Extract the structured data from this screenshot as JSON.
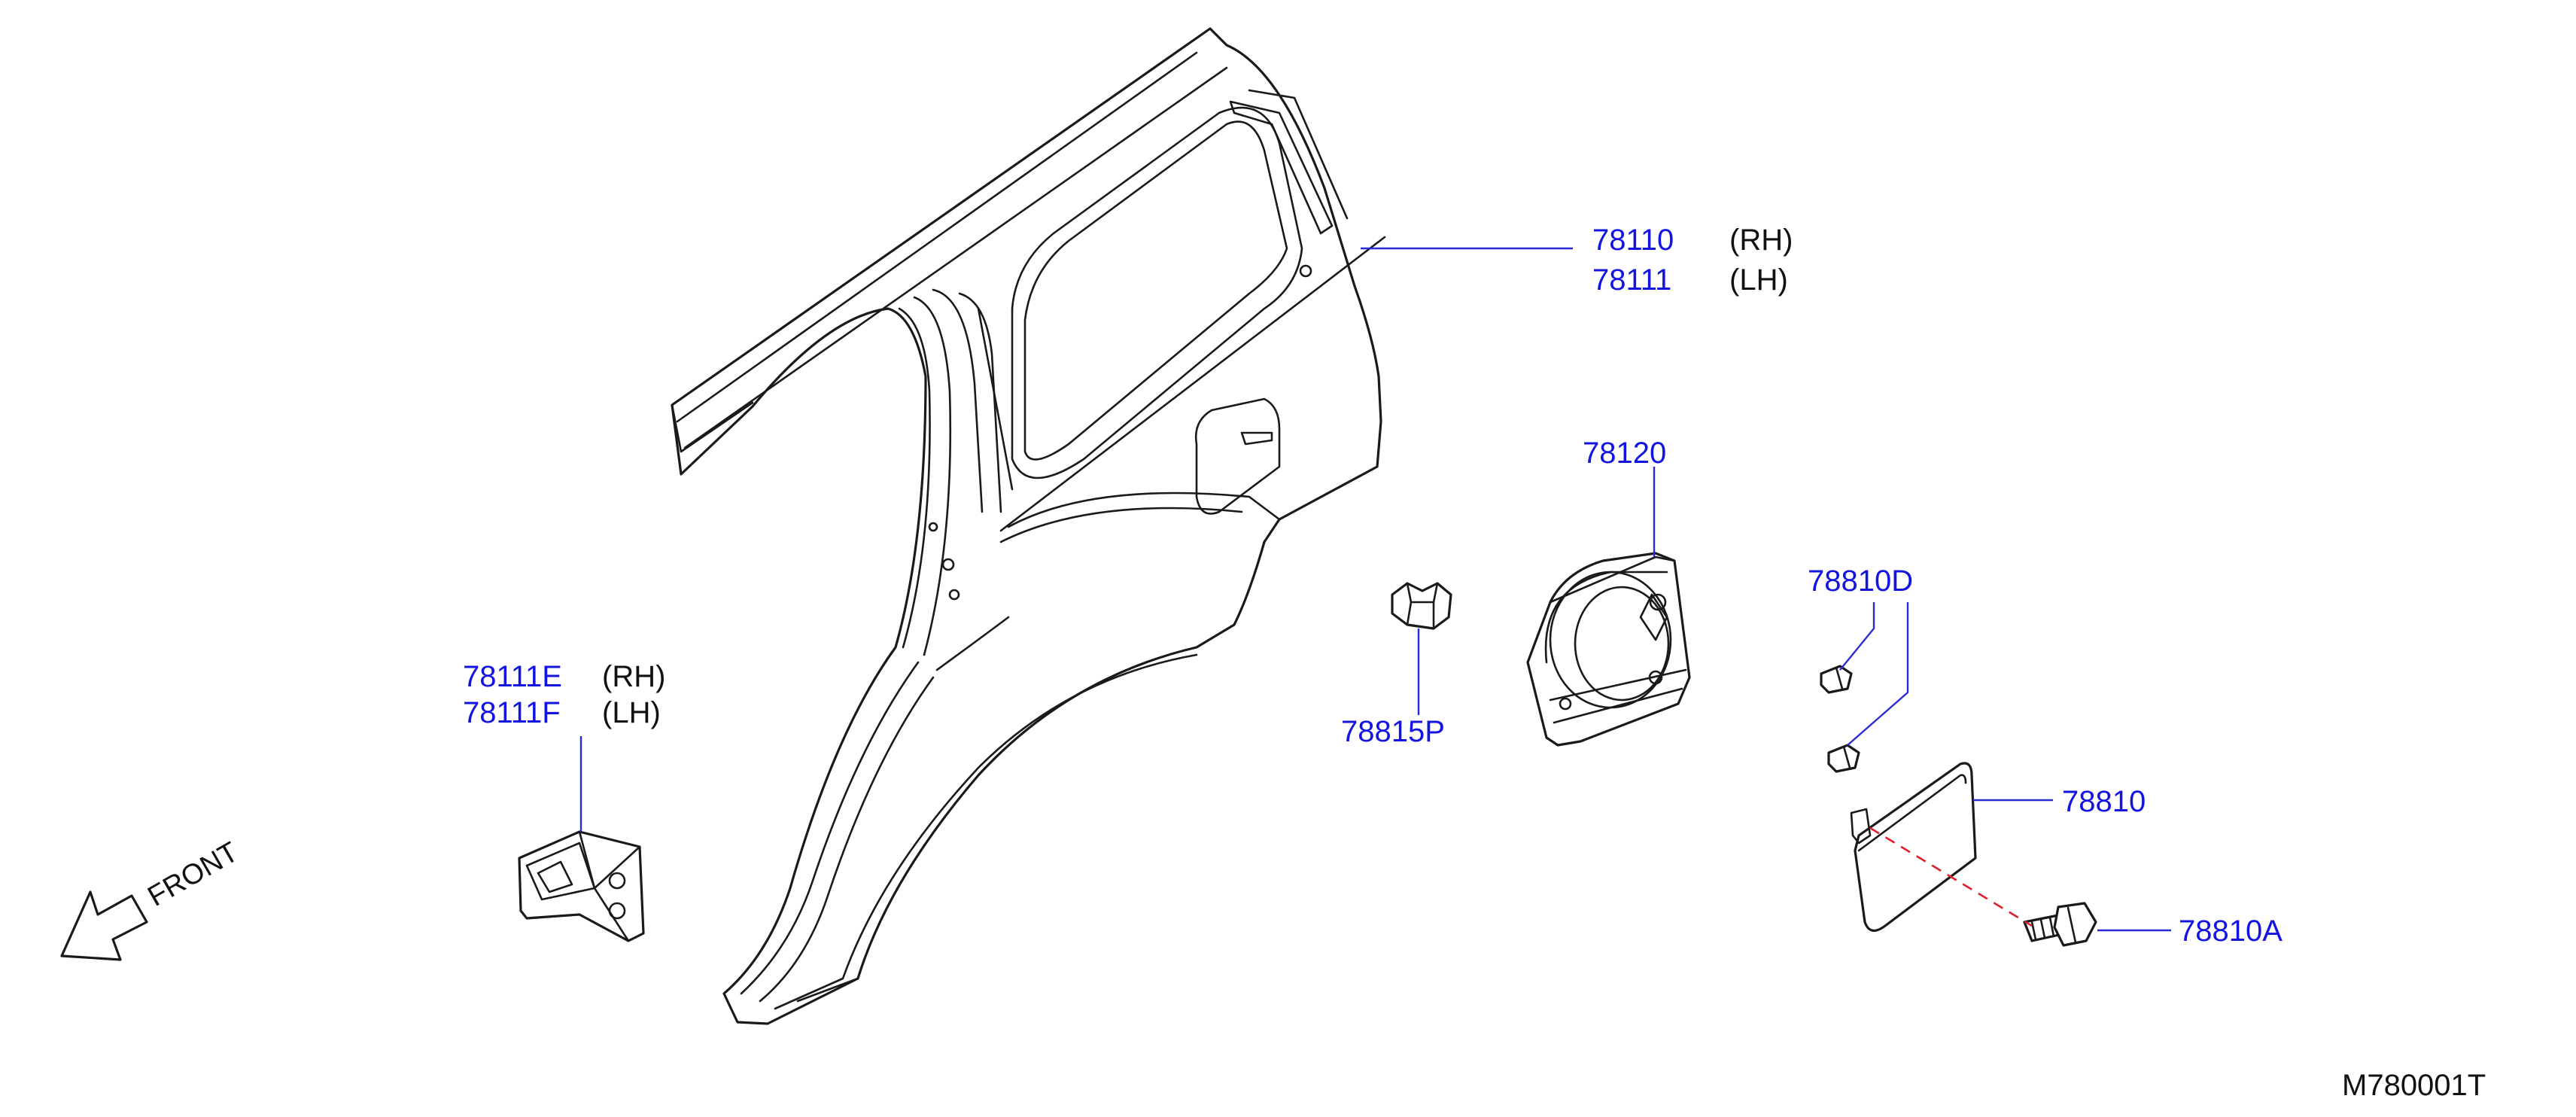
{
  "colors": {
    "part_number": "#1414e0",
    "leader_line": "#2a2ad8",
    "outline": "#1a1a1a",
    "dashed_guide": "#e0202a",
    "background": "#ffffff"
  },
  "callouts": {
    "fender_rh": {
      "number": "78110",
      "side": "(RH)"
    },
    "fender_lh": {
      "number": "78111",
      "side": "(LH)"
    },
    "bracket_rh": {
      "number": "78111E",
      "side": "(RH)"
    },
    "bracket_lh": {
      "number": "78111F",
      "side": "(LH)"
    },
    "filler_base": {
      "number": "78120"
    },
    "clip": {
      "number": "78815P"
    },
    "bumper": {
      "number": "78810D"
    },
    "filler_lid": {
      "number": "78810"
    },
    "lid_bolt": {
      "number": "78810A"
    }
  },
  "direction_indicator": {
    "label": "FRONT",
    "icon": "front-arrow-icon"
  },
  "figure_code": "M780001T"
}
